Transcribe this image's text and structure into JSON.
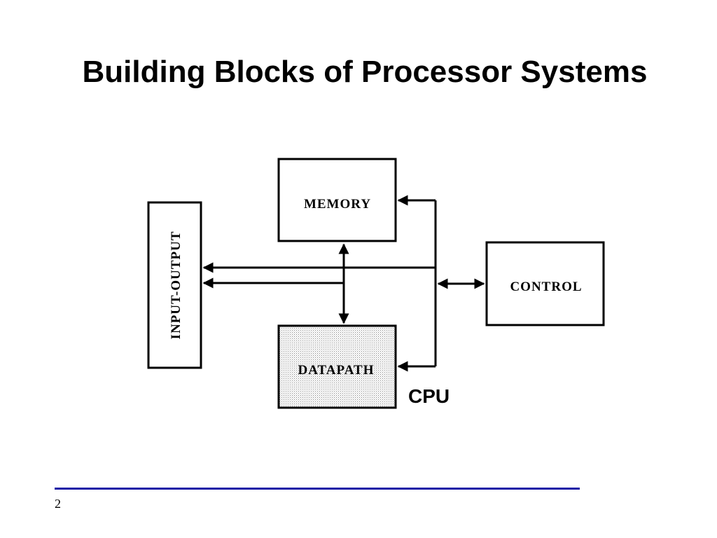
{
  "slide": {
    "title": "Building Blocks of Processor Systems",
    "page_number": "2"
  },
  "diagram": {
    "blocks": {
      "memory": "MEMORY",
      "input_output": "INPUT-OUTPUT",
      "datapath": "DATAPATH",
      "control": "CONTROL"
    },
    "cpu_label": "CPU"
  },
  "colors": {
    "footer_rule": "#1a1aa6",
    "datapath_fill": "#e8e8e8"
  }
}
